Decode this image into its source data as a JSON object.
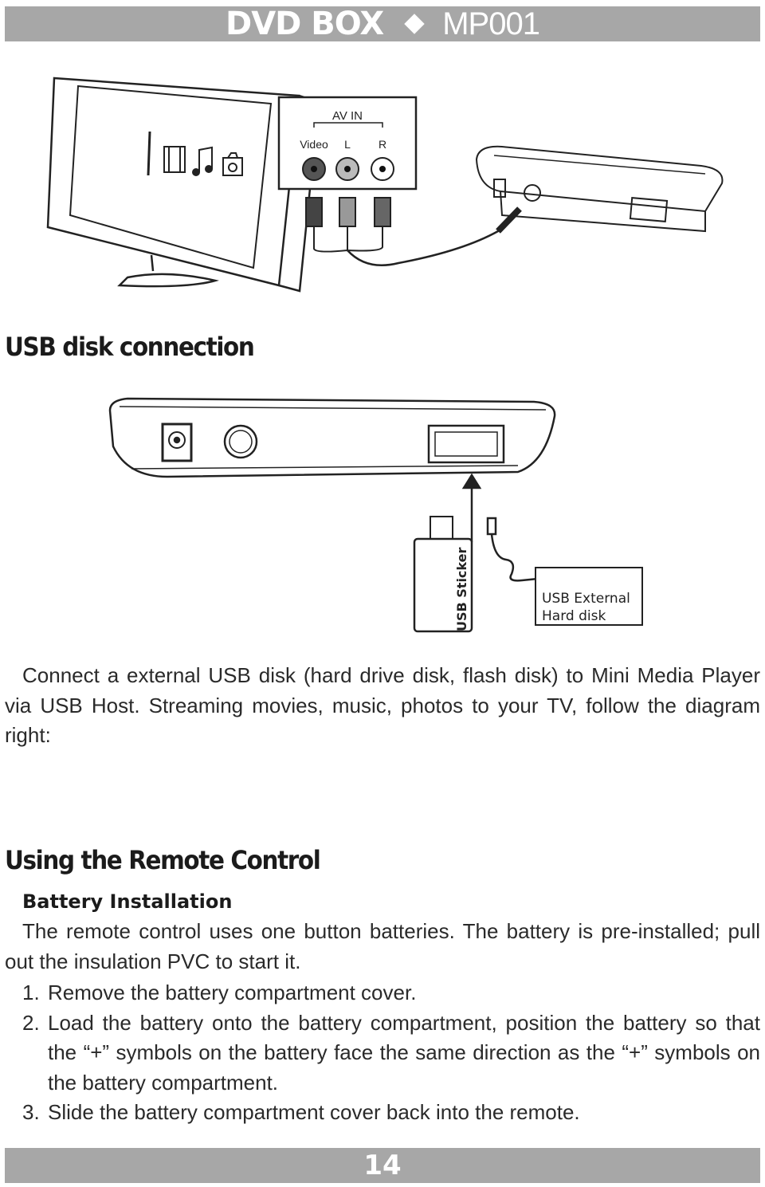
{
  "header": {
    "brand": "DVD BOX",
    "model": "MP001"
  },
  "figure_tv": {
    "av_in": "AV IN",
    "video": "Video",
    "left": "L",
    "right": "R"
  },
  "usb_section": {
    "title": "USB disk connection",
    "paragraph": "Connect a external USB disk (hard drive disk, flash disk) to Mini Media Player via USB Host. Streaming movies, music, photos to your TV, follow the diagram right:"
  },
  "figure_usb": {
    "usb_sticker": "USB Sticker",
    "hdd_line1": "USB External",
    "hdd_line2": "Hard disk"
  },
  "remote_section": {
    "title": "Using the Remote Control",
    "subheading": "Battery Installation",
    "paragraph": "The remote control uses one button batteries. The battery is pre-installed; pull out the insulation PVC to start it.",
    "steps": [
      {
        "num": "1.",
        "text": "Remove the battery compartment cover."
      },
      {
        "num": "2.",
        "text": "Load the battery onto the battery compartment, position the battery so that the “+” symbols on the battery face the same direction as the “+” symbols on the battery compartment."
      },
      {
        "num": "3.",
        "text": "Slide the battery compartment cover back into the remote."
      }
    ]
  },
  "footer": {
    "page_number": "14"
  }
}
